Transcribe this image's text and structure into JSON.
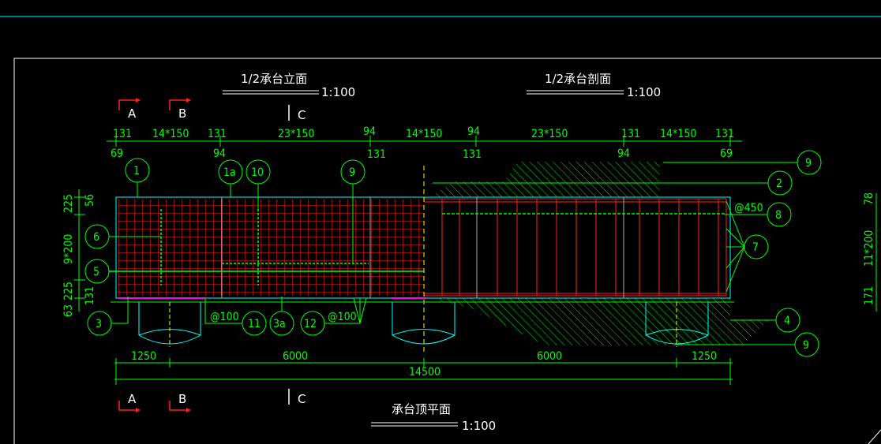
{
  "titles": {
    "elevation": "1/2承台立面",
    "section": "1/2承台剖面",
    "plan": "承台顶平面",
    "scale": "1:100"
  },
  "section_marks": {
    "a": "A",
    "b": "B",
    "c": "C"
  },
  "top_dims": {
    "upper": [
      "131",
      "14*150",
      "131",
      "23*150",
      "94",
      "14*150",
      "94",
      "23*150",
      "131",
      "14*150",
      "131"
    ],
    "lower": [
      "69",
      "94",
      "131",
      "131",
      "94",
      "69"
    ]
  },
  "left_dims": [
    "225",
    "56",
    "9*200",
    "63",
    "225",
    "131"
  ],
  "right_dims": [
    "78",
    "11*200",
    "171"
  ],
  "bottom_dims": {
    "segments": [
      "1250",
      "6000",
      "6000",
      "1250"
    ],
    "total": "14500"
  },
  "callouts": [
    "1",
    "1a",
    "10",
    "9",
    "2",
    "9",
    "8",
    "7",
    "6",
    "5",
    "3",
    "11",
    "3a",
    "12",
    "4",
    "9"
  ],
  "spacing_notes": {
    "at100_a": "@100",
    "at100_b": "@100",
    "at450": "@450"
  },
  "colors": {
    "background": "#000000",
    "dimension": "#00ff00",
    "rebar": "#ff2020",
    "outline": "#00ffff",
    "text": "#ffffff",
    "hatch": "#00ff00",
    "centerline": "#ffff00",
    "highlight": "#ff00ff"
  }
}
